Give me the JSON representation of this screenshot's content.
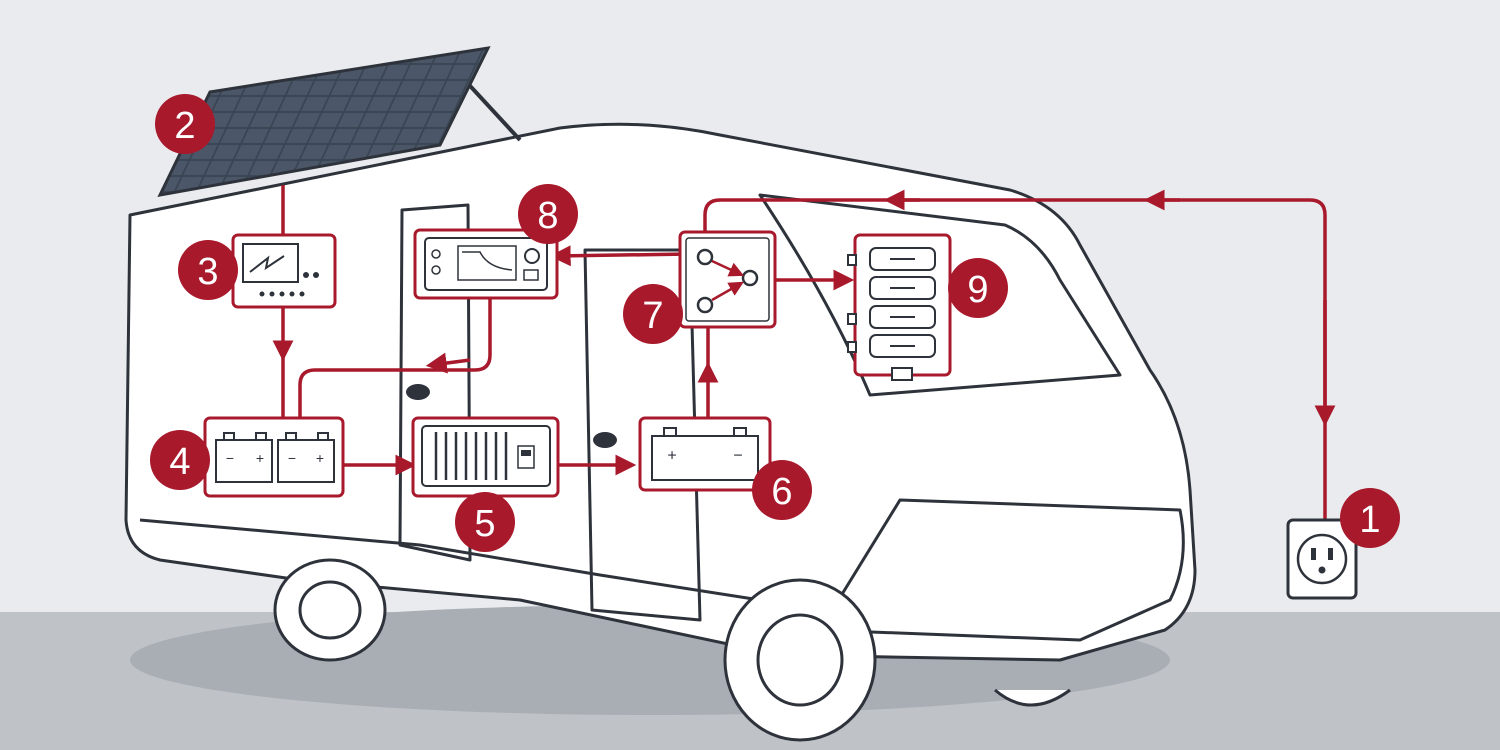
{
  "colors": {
    "background": "#e9ebee",
    "ground": "#bfc3c8",
    "accent": "#a8192c",
    "outline": "#2e333b",
    "van_fill": "#ffffff",
    "panel_fill": "#3a4554"
  },
  "components": [
    {
      "number": "1",
      "icon": "shore-power-outlet-icon"
    },
    {
      "number": "2",
      "icon": "solar-panel-icon"
    },
    {
      "number": "3",
      "icon": "charge-controller-icon"
    },
    {
      "number": "4",
      "icon": "house-battery-bank-icon"
    },
    {
      "number": "5",
      "icon": "inverter-icon"
    },
    {
      "number": "6",
      "icon": "starter-battery-icon"
    },
    {
      "number": "7",
      "icon": "transfer-switch-icon"
    },
    {
      "number": "8",
      "icon": "battery-monitor-icon"
    },
    {
      "number": "9",
      "icon": "fuse-panel-icon"
    }
  ],
  "battery_terminal_symbols": {
    "minus": "−",
    "plus": "+"
  }
}
